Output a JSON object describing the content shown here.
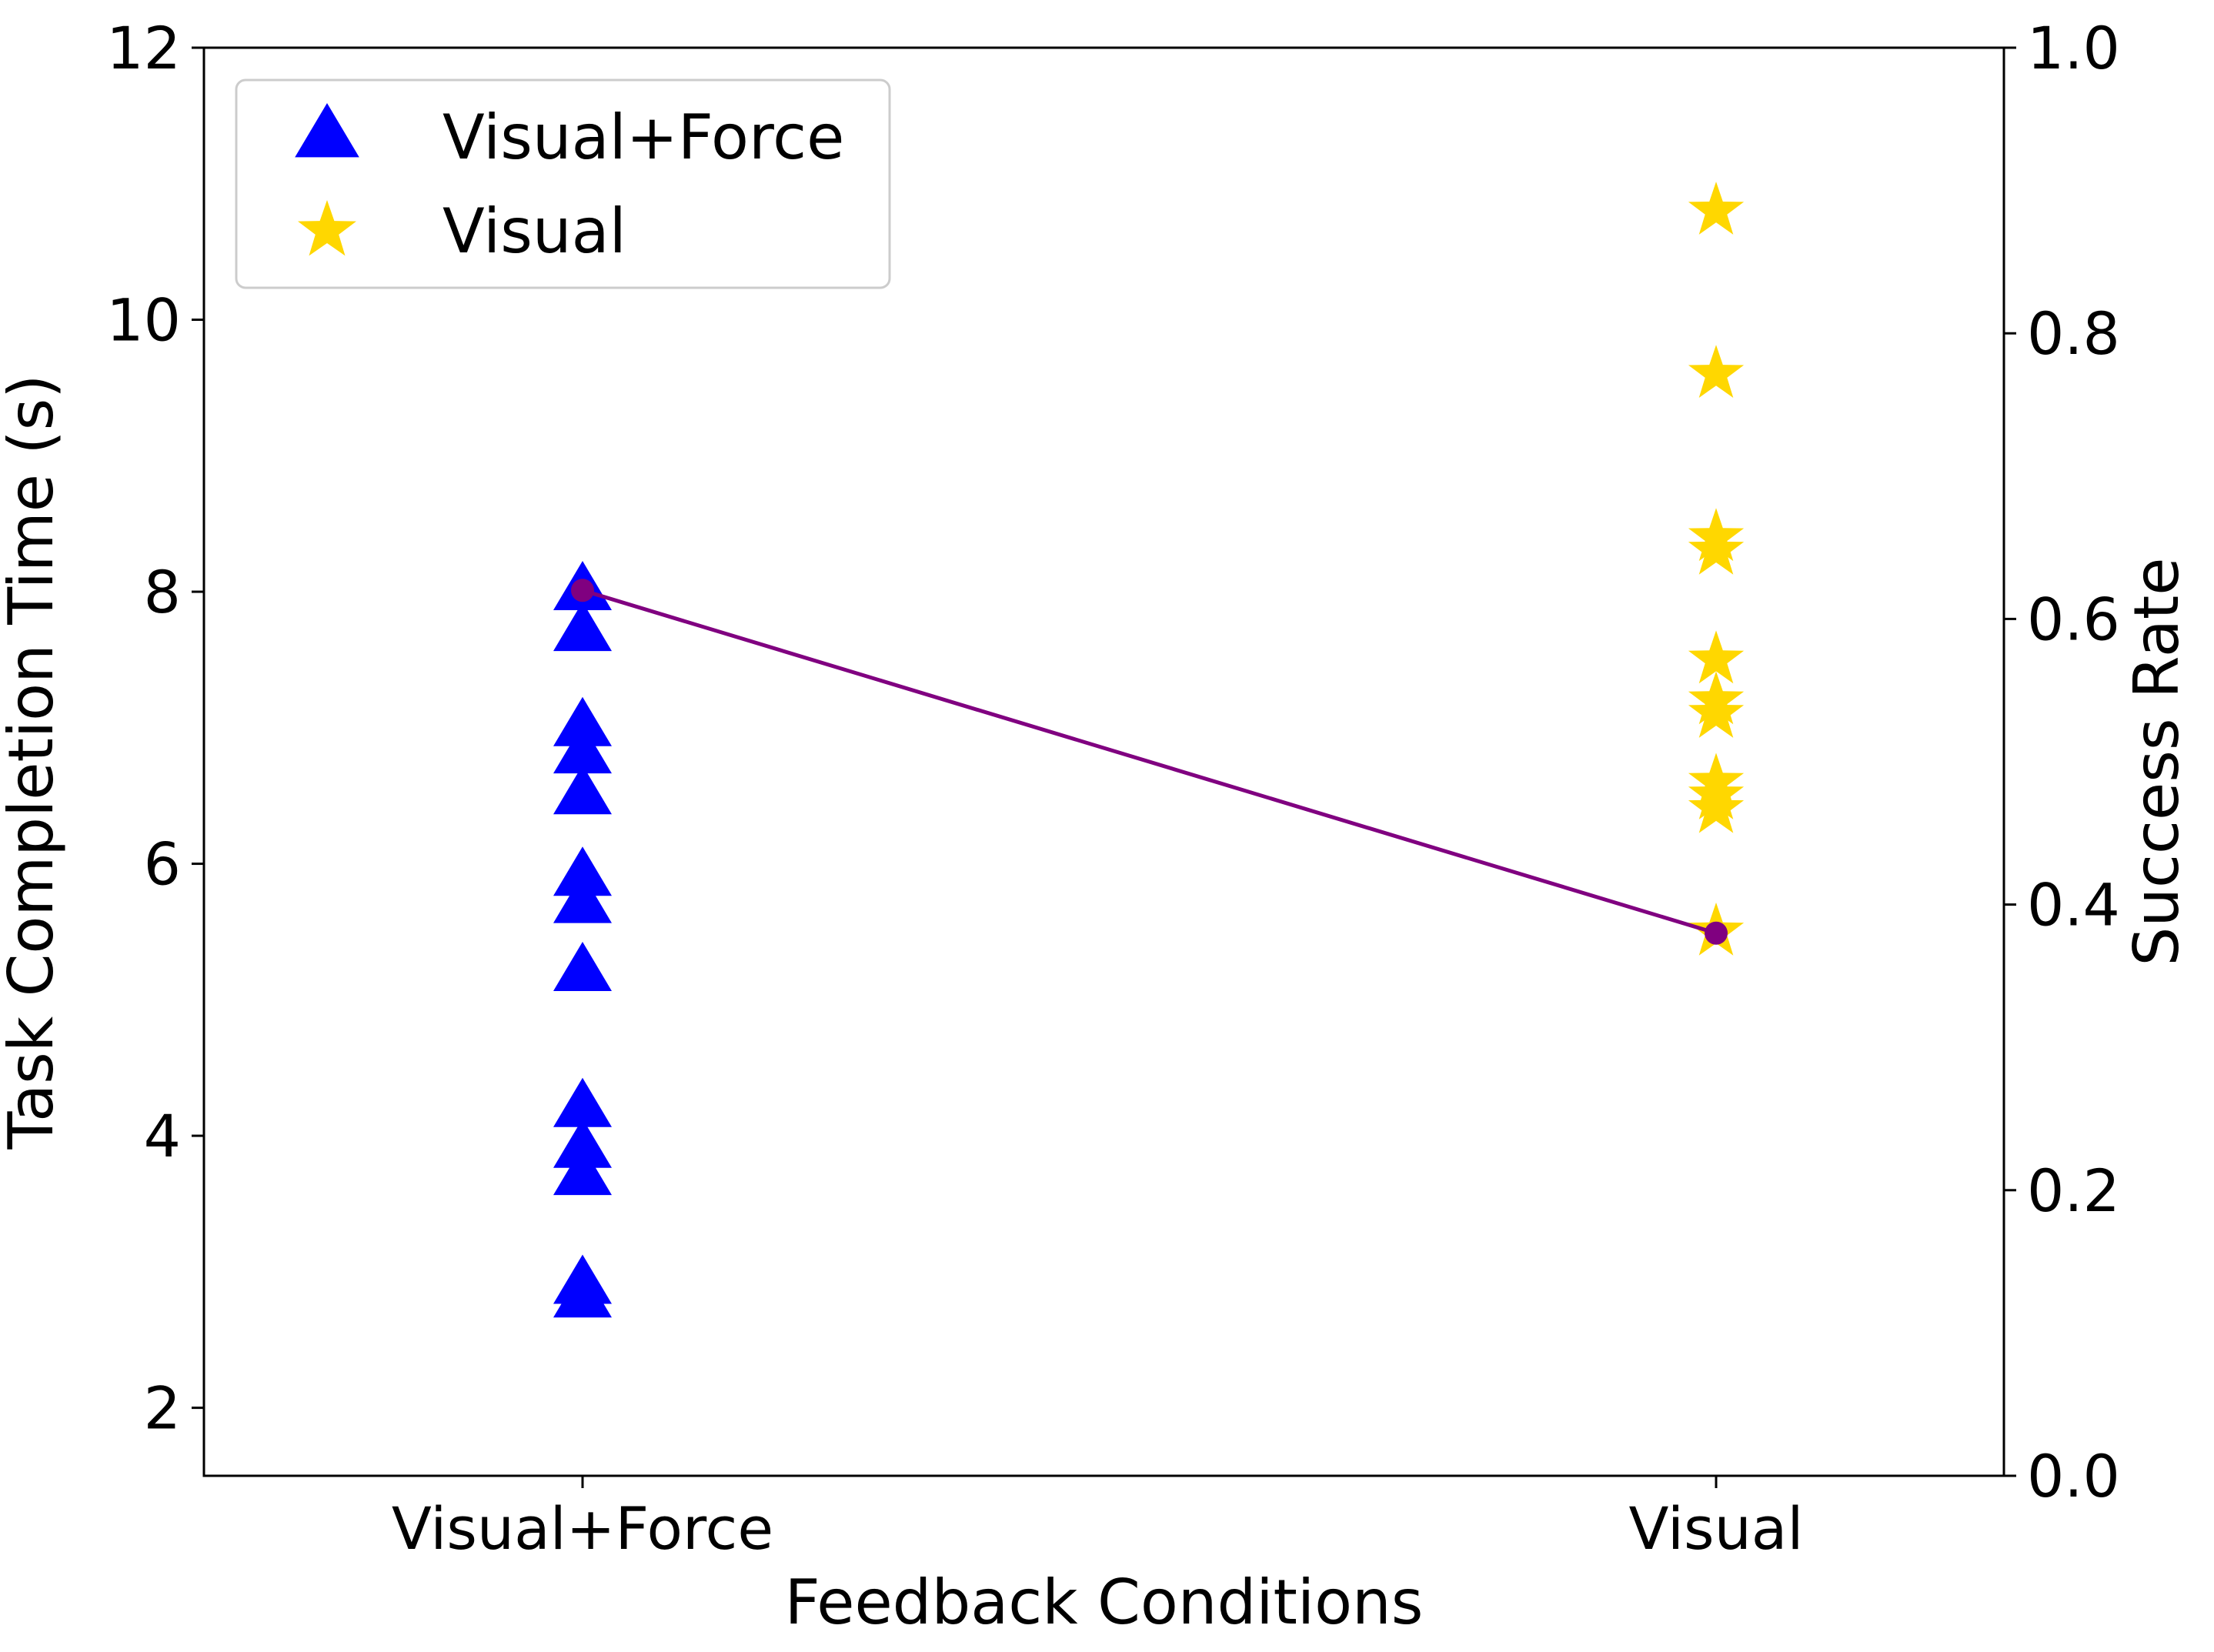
{
  "chart_data": {
    "type": "scatter",
    "xlabel": "Feedback Conditions",
    "ylabel": "Task Completion Time (s)",
    "y2label": "Success Rate",
    "categories": [
      "Visual+Force",
      "Visual"
    ],
    "ylim": [
      1.5,
      12
    ],
    "yticks": [
      2,
      4,
      6,
      8,
      10,
      12
    ],
    "y2lim": [
      0.0,
      1.0
    ],
    "y2ticks": [
      "0.0",
      "0.2",
      "0.4",
      "0.6",
      "0.8",
      "1.0"
    ],
    "legend_position": "upper-left",
    "grid": false,
    "series": [
      {
        "name": "Visual+Force",
        "category": "Visual+Force",
        "marker": "triangle",
        "color": "#0000ff",
        "values": [
          8.0,
          7.7,
          7.0,
          6.8,
          6.5,
          5.9,
          5.7,
          5.2,
          4.2,
          3.9,
          3.7,
          2.9,
          2.8
        ]
      },
      {
        "name": "Visual",
        "category": "Visual",
        "marker": "star",
        "color": "#ffd700",
        "values": [
          10.8,
          9.6,
          8.4,
          8.3,
          7.5,
          7.2,
          7.1,
          6.6,
          6.5,
          6.4,
          5.5
        ]
      }
    ],
    "success_rate": {
      "color": "#800080",
      "values": [
        0.62,
        0.38
      ]
    }
  }
}
